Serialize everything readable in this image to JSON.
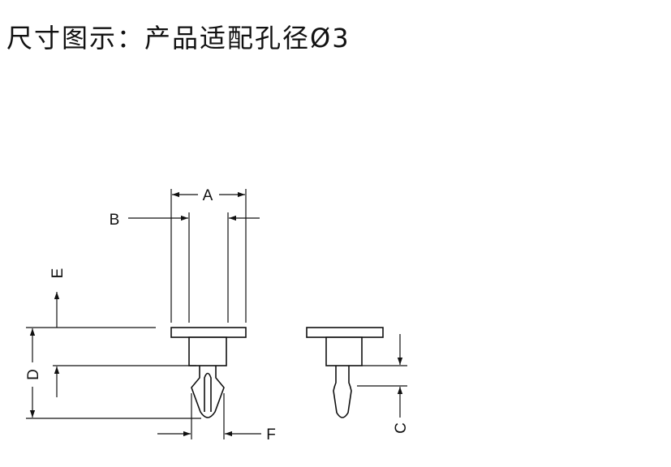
{
  "page": {
    "title": "尺寸图示：产品适配孔径Ø3"
  },
  "dimensions": {
    "A": "A",
    "B": "B",
    "C": "C",
    "D": "D",
    "E": "E",
    "F": "F"
  },
  "colors": {
    "line": "#111111",
    "background": "#ffffff"
  }
}
